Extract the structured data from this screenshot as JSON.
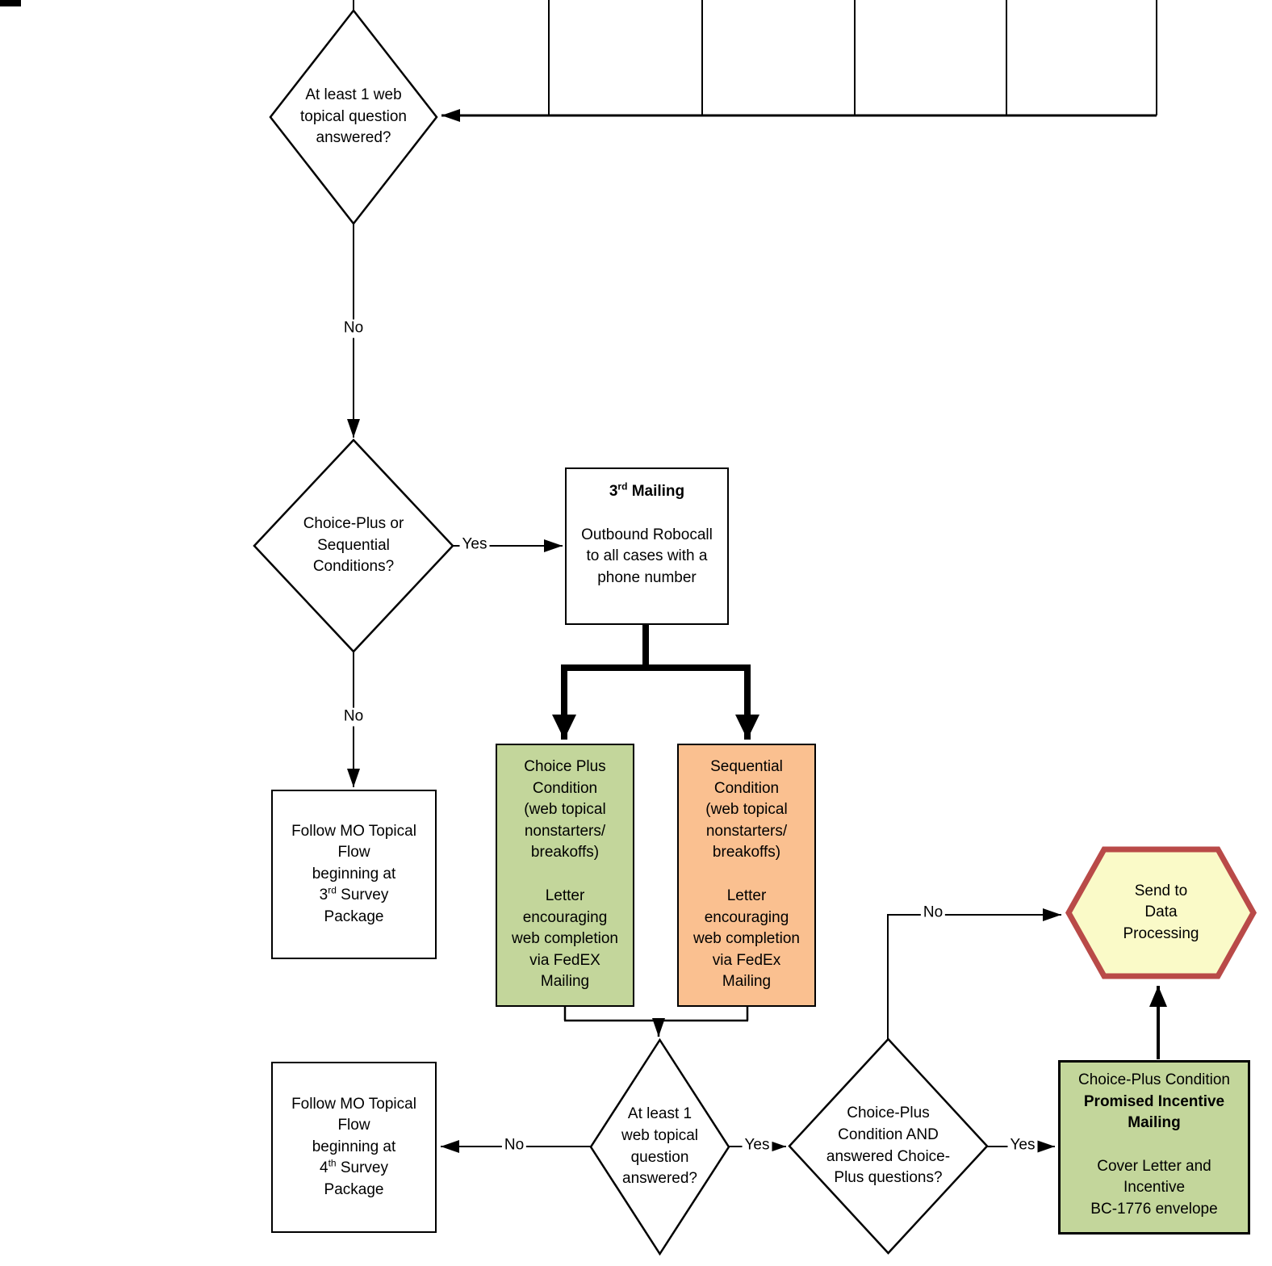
{
  "colors": {
    "green_fill": "#C3D69B",
    "orange_fill": "#FAC090",
    "hexagon_fill": "#FAFAC8",
    "hexagon_border": "#B94A48",
    "line_color": "#000000"
  },
  "nodes": {
    "decision_web_answered_1": {
      "text": "At least 1 web\ntopical question\nanswered?"
    },
    "decision_conditions": {
      "text": "Choice-Plus or\nSequential\nConditions?"
    },
    "mailing_3rd": {
      "title_num": "3",
      "title_sup": "rd",
      "title_rest": " Mailing",
      "body": "Outbound Robocall\nto all cases with a\nphone number"
    },
    "choice_plus_condition": {
      "para1": "Choice Plus\nCondition\n(web topical\nnonstarters/\nbreakoffs)",
      "para2": "Letter\nencouraging\nweb completion\nvia FedEX\nMailing"
    },
    "sequential_condition": {
      "para1": "Sequential\nCondition\n(web topical\nnonstarters/\nbreakoffs)",
      "para2": "Letter\nencouraging\nweb completion\nvia FedEx\nMailing"
    },
    "follow_mo_3rd": {
      "lines_top": "Follow MO Topical\nFlow\nbeginning at",
      "ord_num": "3",
      "ord_sup": "rd",
      "ord_rest": " Survey",
      "last_line": "Package"
    },
    "follow_mo_4th": {
      "lines_top": "Follow MO Topical\nFlow\nbeginning at",
      "ord_num": "4",
      "ord_sup": "th",
      "ord_rest": " Survey",
      "last_line": "Package"
    },
    "decision_web_answered_2": {
      "text": "At least 1\nweb topical\nquestion\nanswered?"
    },
    "decision_choice_plus_answered": {
      "text": "Choice-Plus\nCondition AND\nanswered Choice-\nPlus questions?"
    },
    "promised_incentive_mailing": {
      "line1": "Choice-Plus Condition",
      "bold_lines": "Promised Incentive\nMailing",
      "para2": "Cover Letter and\nIncentive\nBC-1776 envelope"
    },
    "send_to_data_processing": {
      "text": "Send to\nData\nProcessing"
    }
  },
  "edge_labels": {
    "no_1": "No",
    "yes_1": "Yes",
    "no_2": "No",
    "no_3": "No",
    "no_4": "No",
    "yes_2": "Yes",
    "yes_3": "Yes"
  }
}
